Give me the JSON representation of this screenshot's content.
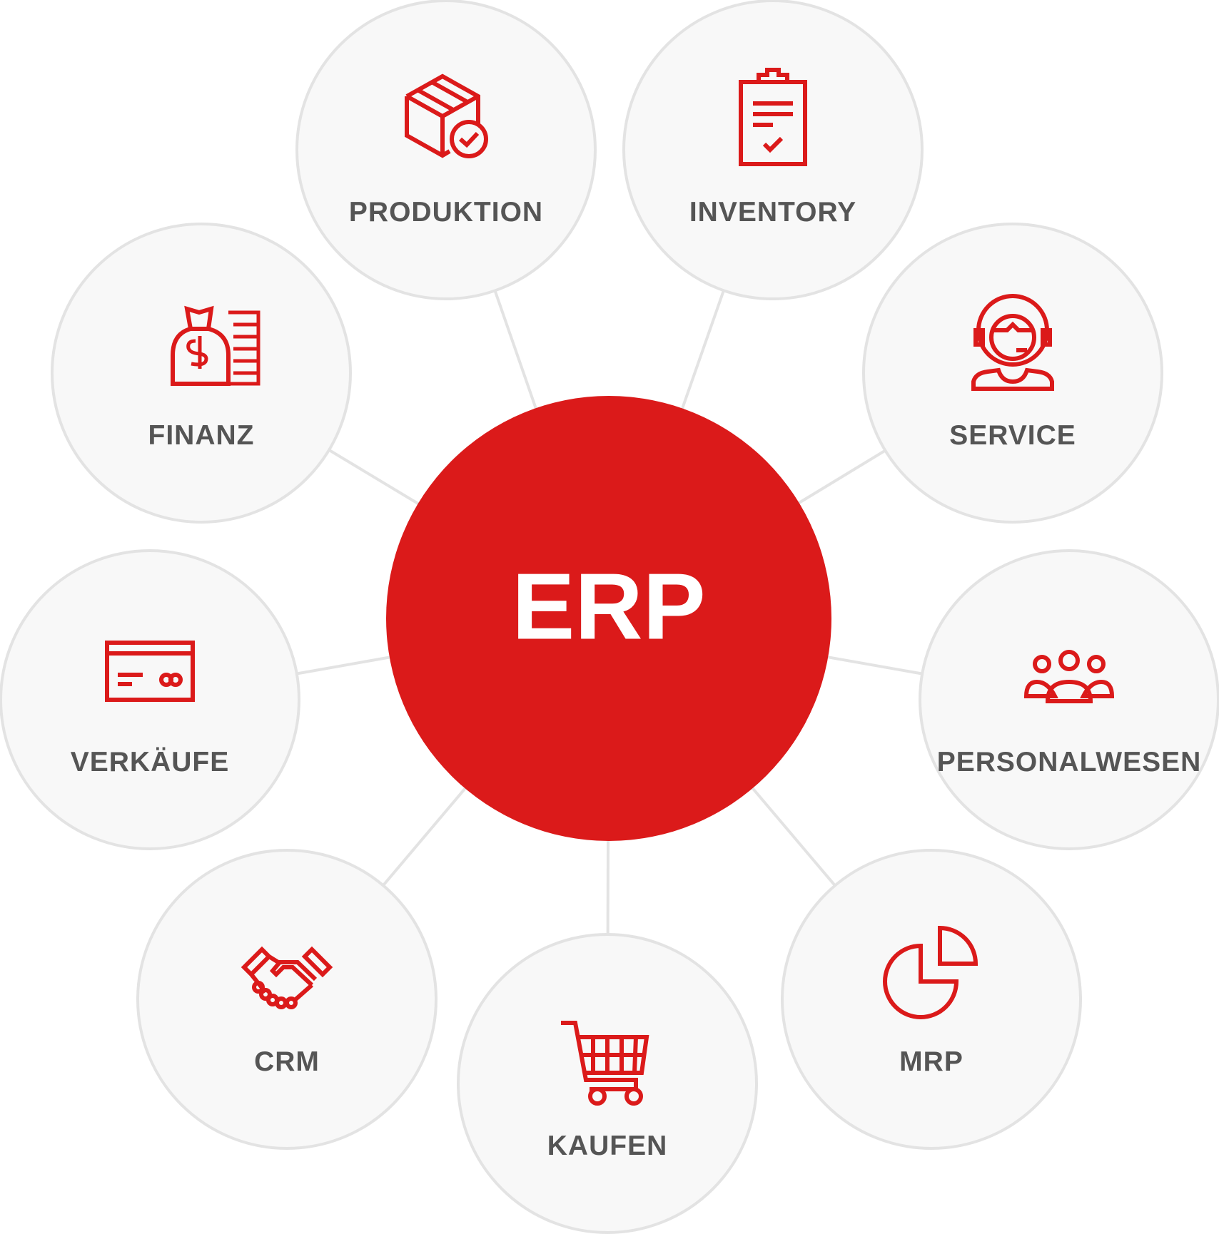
{
  "center": {
    "label": "ERP"
  },
  "modules": [
    {
      "label": "PRODUKTION",
      "icon": "box-check-icon"
    },
    {
      "label": "INVENTORY",
      "icon": "clipboard-icon"
    },
    {
      "label": "FINANZ",
      "icon": "money-bag-icon"
    },
    {
      "label": "SERVICE",
      "icon": "headset-agent-icon"
    },
    {
      "label": "VERKÄUFE",
      "icon": "credit-card-icon"
    },
    {
      "label": "PERSONALWESEN",
      "icon": "team-icon"
    },
    {
      "label": "CRM",
      "icon": "handshake-icon"
    },
    {
      "label": "KAUFEN",
      "icon": "shopping-cart-icon"
    },
    {
      "label": "MRP",
      "icon": "pie-chart-icon"
    }
  ],
  "colors": {
    "accent": "#db1a1a",
    "circle_fill": "#f8f8f8",
    "circle_stroke": "#e3e3e3",
    "text": "#555555"
  }
}
